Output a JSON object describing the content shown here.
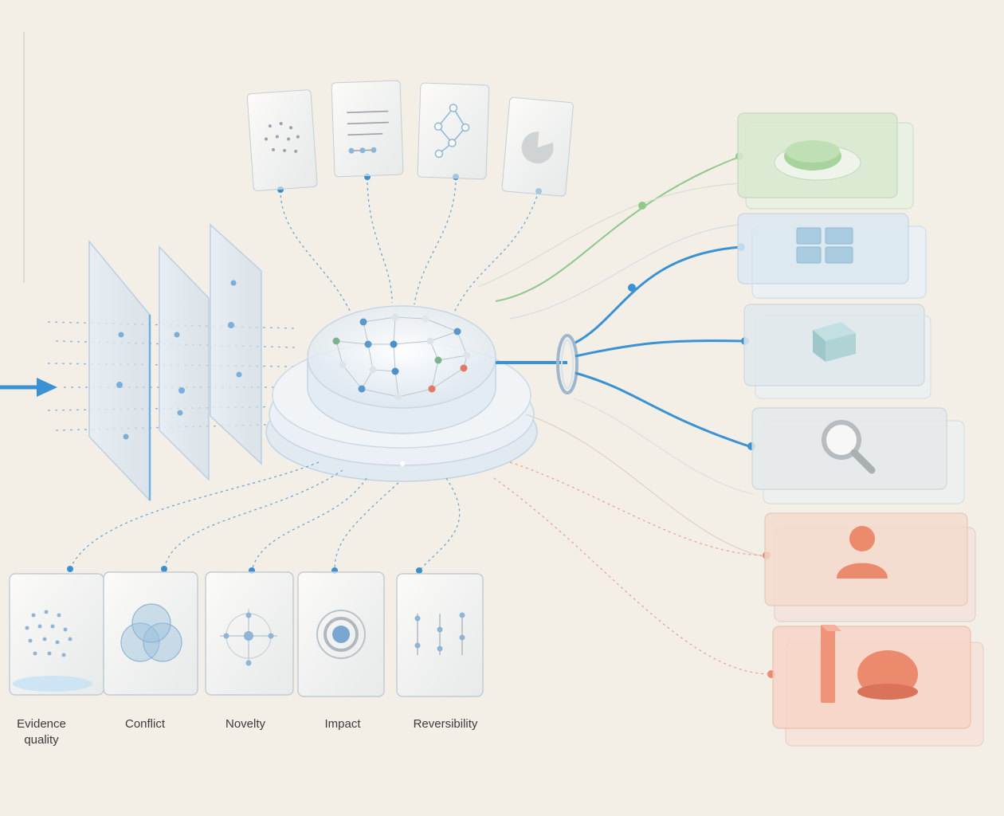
{
  "factors": [
    {
      "label": "Evidence\nquality",
      "icon": "dot-cluster-icon"
    },
    {
      "label": "Conflict",
      "icon": "venn-diagram-icon"
    },
    {
      "label": "Novelty",
      "icon": "crosshair-target-icon"
    },
    {
      "label": "Impact",
      "icon": "concentric-target-icon"
    },
    {
      "label": "Reversibility",
      "icon": "slider-controls-icon"
    }
  ],
  "top_cards": [
    {
      "icon": "scatter-dots-icon"
    },
    {
      "icon": "text-lines-icon"
    },
    {
      "icon": "node-graph-icon"
    },
    {
      "icon": "pie-chart-icon"
    }
  ],
  "outputs": [
    {
      "icon": "round-button-icon",
      "tint": "#bfe0b4"
    },
    {
      "icon": "grid-blocks-icon",
      "tint": "#bcd5e6"
    },
    {
      "icon": "cube-icon",
      "tint": "#cfdde3"
    },
    {
      "icon": "magnifier-icon",
      "tint": "#dfe5e6"
    },
    {
      "icon": "person-icon",
      "tint": "#f5c9b8"
    },
    {
      "icon": "person-block-icon",
      "tint": "#f5c0ae"
    }
  ],
  "colors": {
    "background": "#f3efe6",
    "flow_blue": "#3a92d4",
    "green": "#8fc88a",
    "coral": "#e98a72",
    "glass": "#e9eef2",
    "dashed": "#6aa6d2"
  }
}
